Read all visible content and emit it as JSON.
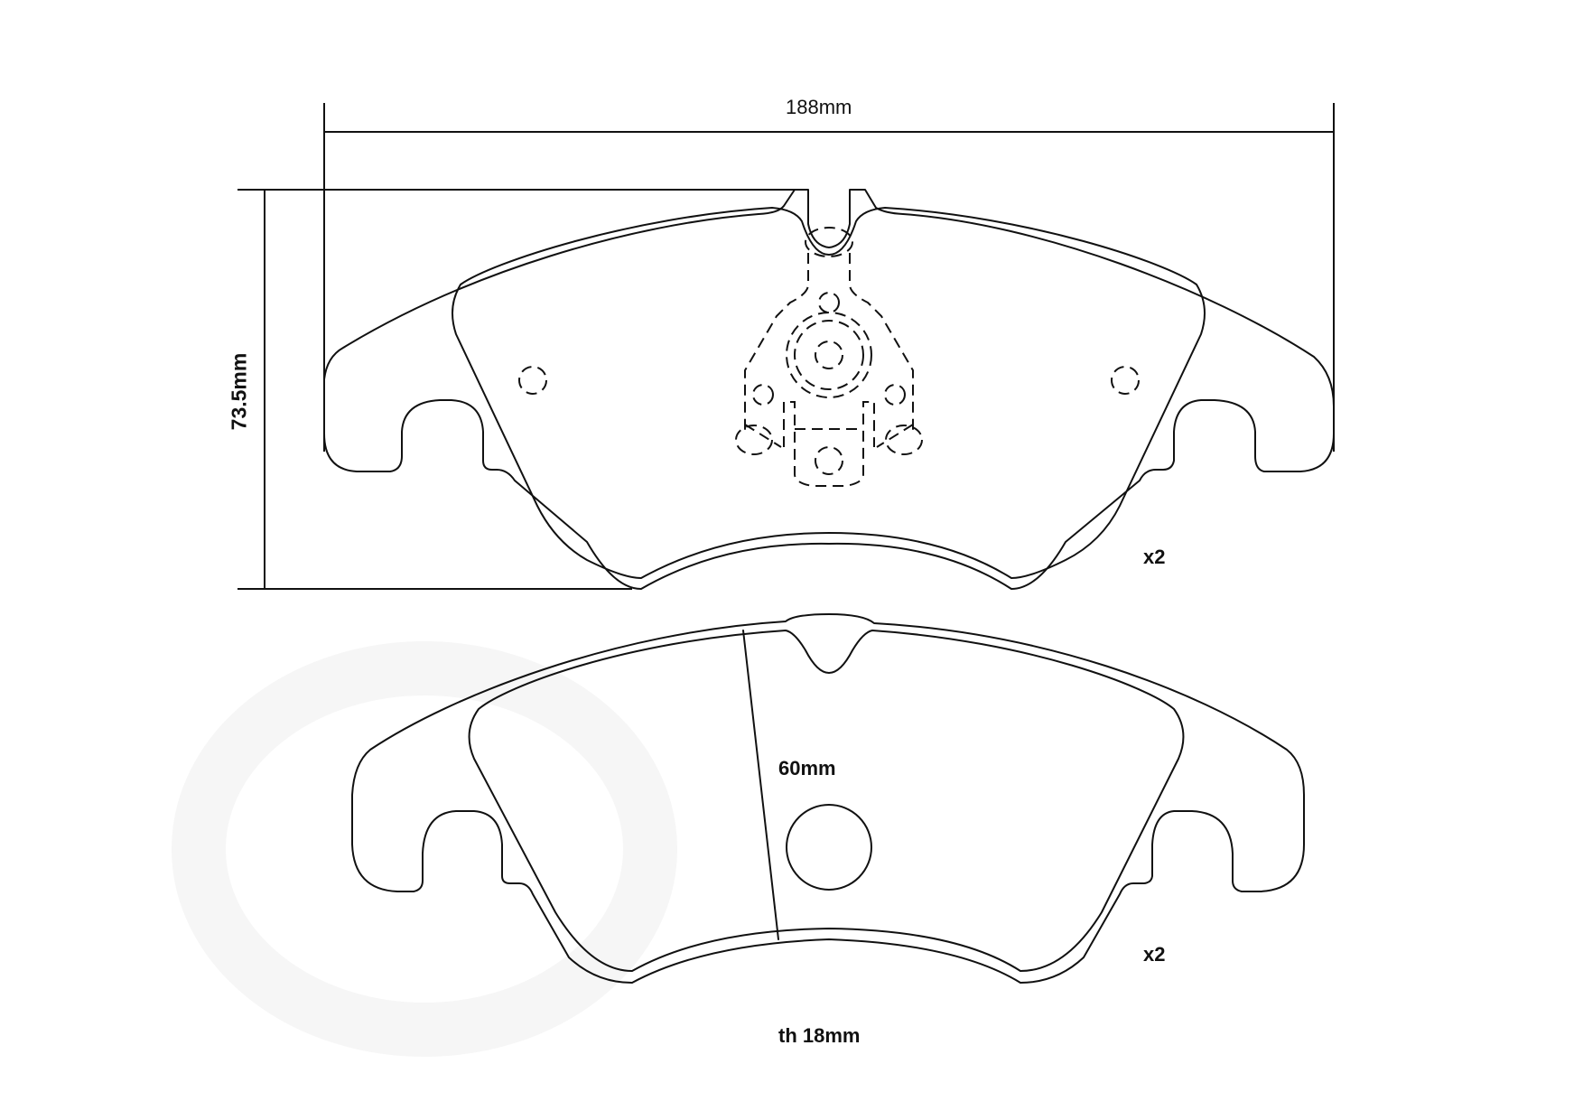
{
  "diagram": {
    "type": "brake pad technical drawing",
    "dimensions": {
      "width_label": "188mm",
      "height_label": "73.5mm",
      "friction_width_label": "60mm",
      "thickness_label": "th 18mm"
    },
    "pads": [
      {
        "view": "backplate with wear sensor (dashed hidden features)",
        "quantity_label": "x2"
      },
      {
        "view": "friction surface with central hole",
        "quantity_label": "x2"
      }
    ],
    "colors": {
      "line": "#111111",
      "background": "#ffffff"
    }
  }
}
